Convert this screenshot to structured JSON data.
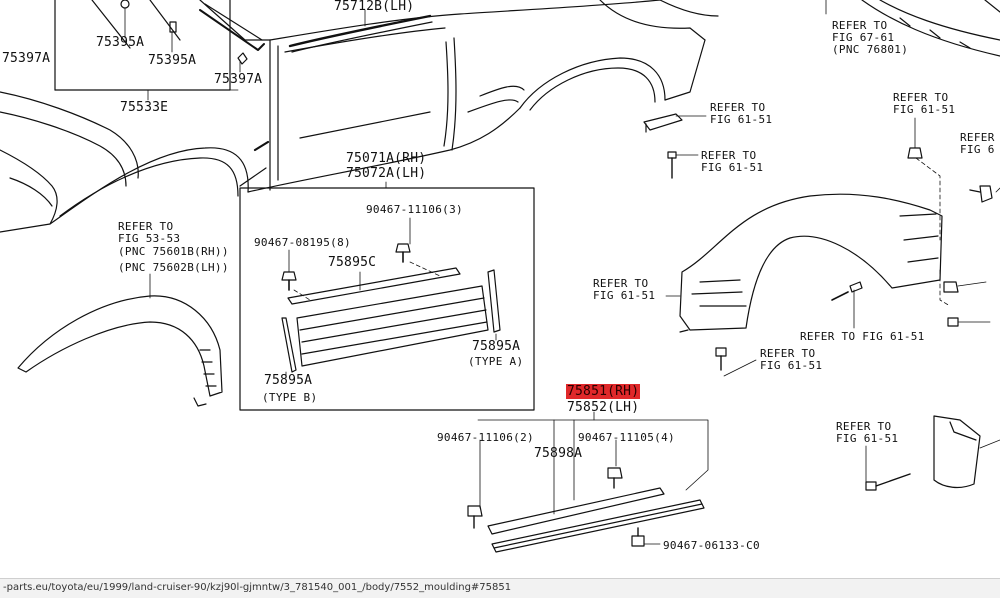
{
  "labels": {
    "l75712b": "75712B(LH)",
    "l75397a_1": "75397A",
    "l75395a_1": "75395A",
    "l75395a_2": "75395A",
    "l75397a_2": "75397A",
    "l75533e": "75533E",
    "l75071a": "75071A(RH)",
    "l75072a": "75072A(LH)",
    "l90467_11106_3": "90467-11106(3)",
    "l90467_08195_8": "90467-08195(8)",
    "l75895c": "75895C",
    "l75895a_r": "75895A",
    "l_type_a": "(TYPE A)",
    "l75895a_l": "75895A",
    "l_type_b": "(TYPE B)",
    "ref53_1": "REFER TO",
    "ref53_2": "FIG 53-53",
    "ref53_3": "(PNC 75601B(RH))",
    "ref53_4": "(PNC 75602B(LH))",
    "l75851": "75851(RH)",
    "l75852": "75852(LH)",
    "l90467_11106_2": "90467-11106(2)",
    "l90467_11105_4": "90467-11105(4)",
    "l75898a": "75898A",
    "l90467_06133": "90467-06133-C0",
    "ref67_1": "REFER TO",
    "ref67_2": "FIG 67-61",
    "ref67_3": "(PNC 76801)",
    "ref61_a1": "REFER TO",
    "ref61_a2": "FIG 61-51",
    "ref61_b1": "REFER TO",
    "ref61_b2": "FIG 61-51",
    "ref61_c1": "REFER TO",
    "ref61_c2": "FIG 61-51",
    "ref61_d1": "REFER TO",
    "ref61_d2": "FIG 61-51",
    "ref61_e": "REFER TO FIG 61-51",
    "ref61_f1": "REFER TO",
    "ref61_f2": "FIG 61-51",
    "ref61_g1": "REFER TO",
    "ref61_g2": "FIG 61-51",
    "ref61_h1": "REFER",
    "ref61_h2": "FIG 6"
  },
  "status": {
    "url": "-parts.eu/toyota/eu/1999/land-cruiser-90/kzj90l-gjmntw/3_781540_001_/body/7552_moulding#75851"
  },
  "colors": {
    "highlight": "#e0282a",
    "ink": "#111111"
  }
}
